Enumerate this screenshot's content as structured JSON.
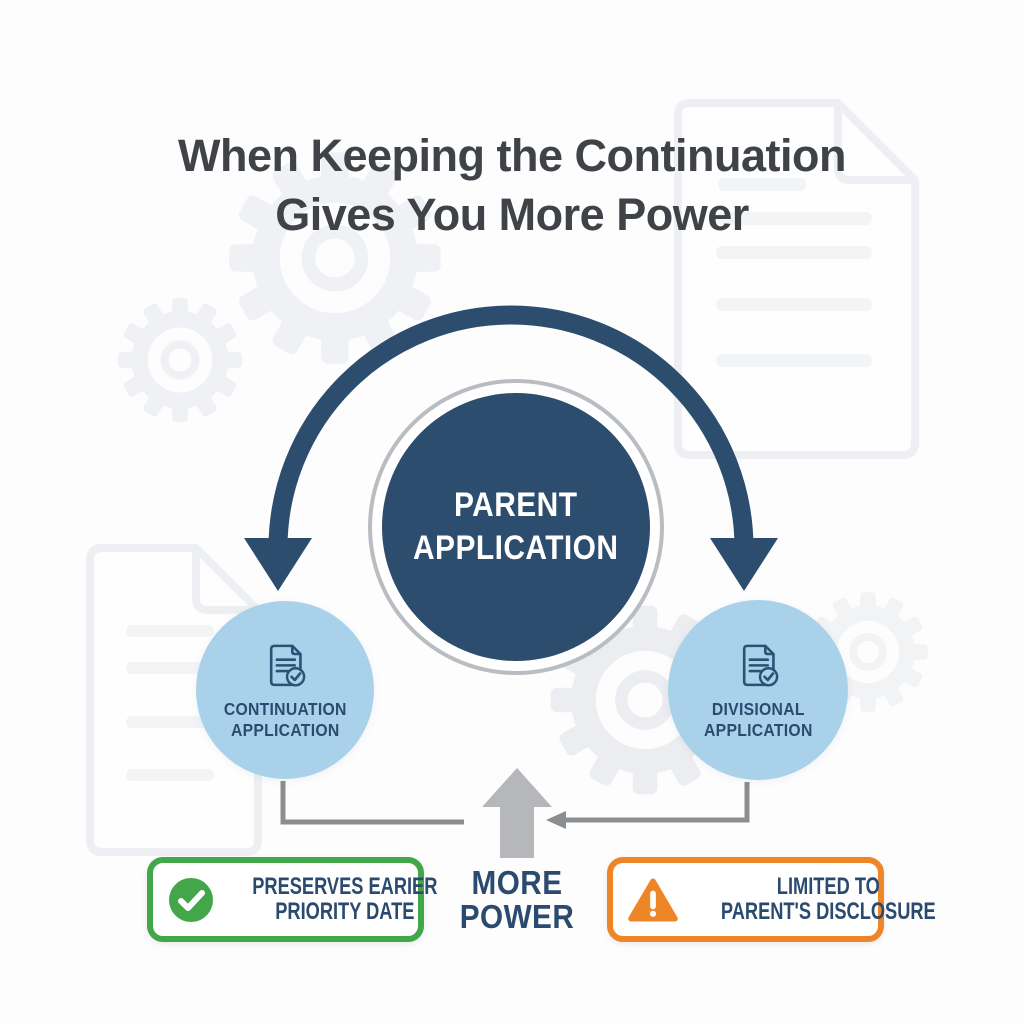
{
  "title": {
    "line1": "When Keeping the Continuation",
    "line2": "Gives You More Power"
  },
  "diagram": {
    "parent": {
      "line1": "PARENT",
      "line2": "APPLICATION"
    },
    "continuation": {
      "line1": "CONTINUATION",
      "line2": "APPLICATION",
      "icon": "document-check-icon"
    },
    "divisional": {
      "line1": "DIVISIONAL",
      "line2": "APPLICATION",
      "icon": "document-check-icon"
    },
    "more_power": {
      "line1": "MORE",
      "line2": "POWER",
      "icon": "up-arrow-icon"
    }
  },
  "callouts": {
    "benefit": {
      "line1": "PRESERVES EARIER",
      "line2": "PRIORITY DATE",
      "icon": "check-circle-icon"
    },
    "limitation": {
      "line1": "LIMITED TO",
      "line2": "PARENT'S DISCLOSURE",
      "icon": "warning-triangle-icon"
    }
  },
  "colors": {
    "navy": "#2c4d6e",
    "navy_text": "#2b4a6f",
    "icon_navy": "#2b5174",
    "light_blue": "#a9d2ea",
    "green": "#43a649",
    "orange": "#ee8627",
    "connector_gray": "#8b8e91",
    "arrow_gray": "#b5b7ba",
    "ring_gray": "#b9bdc1",
    "title_gray": "#3f4347",
    "bg_shape": "#eff1f4"
  }
}
